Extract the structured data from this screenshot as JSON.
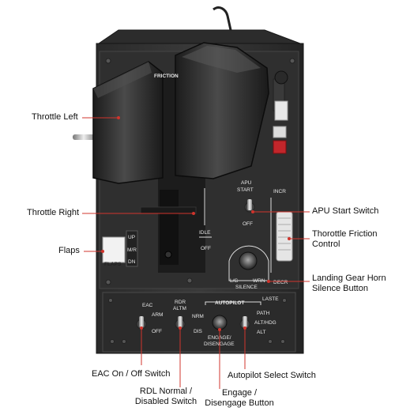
{
  "callouts": {
    "throttle_left": "Throttle Left",
    "throttle_right": "Throttle Right",
    "flaps": "Flaps",
    "apu_start_switch": "APU Start Switch",
    "throttle_friction_l1": "Thorottle Friction",
    "throttle_friction_l2": "Control",
    "gear_horn_l1": "Landing Gear Horn",
    "gear_horn_l2": "Silence Button",
    "eac_switch": "EAC On / Off Switch",
    "rdl_l1": "RDL Normal /",
    "rdl_l2": "Disabled Switch",
    "engage_l1": "Engage /",
    "engage_l2": "Disengage Button",
    "autopilot_select": "Autopilot Select Switch"
  },
  "panel": {
    "friction": "FRICTION",
    "apu": "APU",
    "start": "START",
    "off_apu": "OFF",
    "incr": "INCR",
    "decr": "DECR",
    "idle": "IDLE",
    "off_idle": "OFF",
    "up": "UP",
    "mr": "M/R",
    "dn": "DN",
    "flaps": "FLAPS",
    "lg": "L/G",
    "wrn": "WRN",
    "silence": "SILENCE",
    "eac": "EAC",
    "arm": "ARM",
    "off_eac": "OFF",
    "rdr": "RDR",
    "altm": "ALTM",
    "nrm": "NRM",
    "dis": "DIS",
    "autopilot": "AUTOPILOT",
    "laste": "LASTE",
    "path": "PATH",
    "althdg": "ALT/HDG",
    "alt": "ALT",
    "engage": "ENGAGE/",
    "disengage": "DISENGAGE"
  }
}
